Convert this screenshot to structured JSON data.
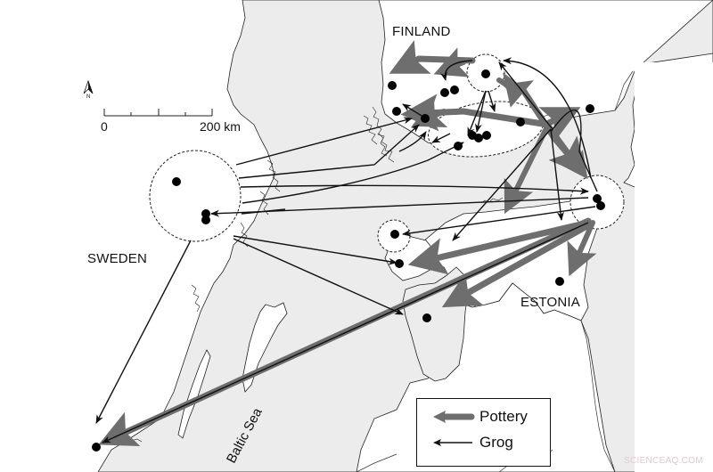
{
  "map": {
    "colors": {
      "land": "#ffffff",
      "sea": "#ececec",
      "coastline": "#222222",
      "pottery_arrow": "#6e6e6e",
      "grog_arrow": "#111111",
      "site_dot": "#000000",
      "watermark": "#e9c6c8"
    },
    "labels": {
      "finland": "FINLAND",
      "sweden": "SWEDEN",
      "estonia": "ESTONIA",
      "baltic_sea": "Baltic Sea"
    },
    "north_arrow": {
      "icon": "north-arrow-icon",
      "letter": "N"
    },
    "scale_bar": {
      "start_label": "0",
      "end_label": "200 km"
    },
    "legend": {
      "items": [
        {
          "icon": "thick-gray-arrow",
          "label": "Pottery"
        },
        {
          "icon": "thin-black-arrow",
          "label": "Grog"
        }
      ]
    },
    "watermark": "SCIENCEAQ.COM"
  }
}
